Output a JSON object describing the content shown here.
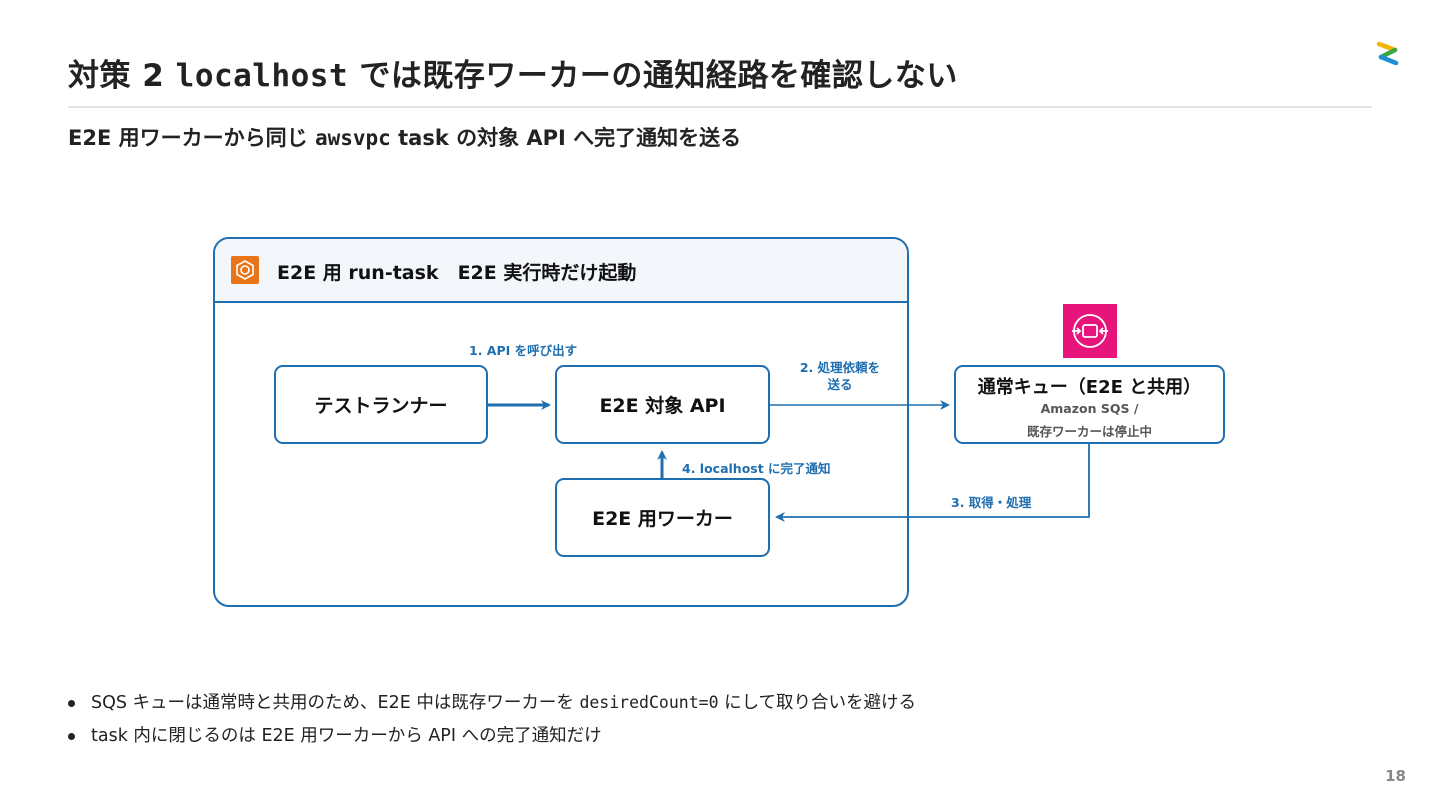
{
  "slide": {
    "title_pre": "対策 2 ",
    "title_code": "localhost",
    "title_post": " では既存ワーカーの通知経路を確認しない",
    "subtitle_pre": "E2E 用ワーカーから同じ ",
    "subtitle_code": "awsvpc",
    "subtitle_post": " task の対象 API へ完了通知を送る",
    "page_number": "18"
  },
  "diagram": {
    "group_title": "E2E 用 run-task　E2E 実行時だけ起動",
    "nodes": {
      "runner": "テストランナー",
      "api": "E2E 対象 API",
      "worker": "E2E 用ワーカー",
      "queue_title": "通常キュー（E2E と共用）",
      "queue_sub1": "Amazon SQS /",
      "queue_sub2": "既存ワーカーは停止中"
    },
    "edges": {
      "e1": "1. API を呼び出す",
      "e2_line1": "2. 処理依頼を",
      "e2_line2": "送る",
      "e3": "3. 取得・処理",
      "e4": "4. localhost に完了通知"
    },
    "colors": {
      "edge": "#1f6fb0",
      "group_icon": "#e8751a",
      "sqs_icon": "#e7157b"
    }
  },
  "bullets": [
    {
      "pre": "SQS キューは通常時と共用のため、E2E 中は既存ワーカーを ",
      "code": "desiredCount=0",
      "post": " にして取り合いを避ける"
    },
    {
      "text": "task 内に閉じるのは E2E 用ワーカーから API への完了通知だけ"
    }
  ]
}
